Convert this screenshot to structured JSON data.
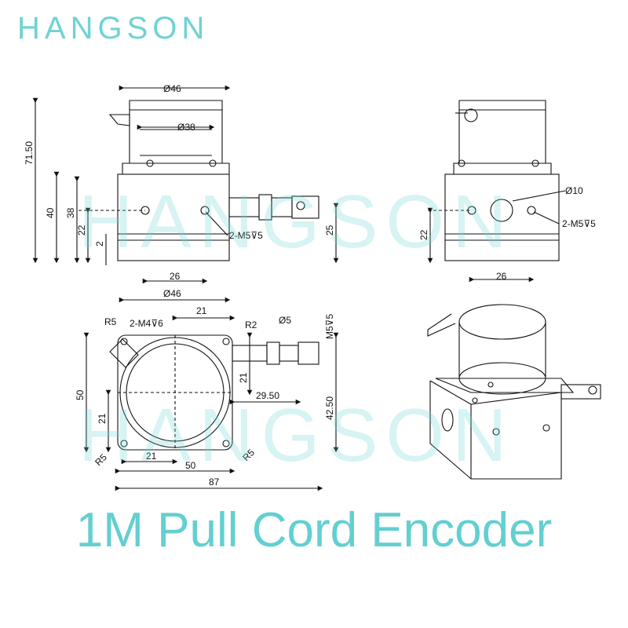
{
  "brand": "HANGSON",
  "caption": "1M Pull Cord Encoder",
  "watermark": "HANGSON",
  "colors": {
    "brand": "#6fd3d3",
    "caption": "#63cfd1",
    "line": "#111111"
  },
  "front_view": {
    "dia_top": "Ø46",
    "dia_inner": "Ø38",
    "height_total": "71.50",
    "height_body": "40",
    "height_38": "38",
    "height_22": "22",
    "height_2": "2",
    "holes": "2-M5⊽5",
    "height_25": "25",
    "width_26": "26",
    "dia_bottom": "Ø46"
  },
  "side_view": {
    "dia_hole": "Ø10",
    "holes": "2-M5⊽5",
    "height_22": "22",
    "width_26": "26"
  },
  "top_view": {
    "r5_tl": "R5",
    "holes_m4": "2-M4⊽6",
    "dim_21_top": "21",
    "r2": "R2",
    "dia5": "Ø5",
    "m5_5": "M5⊽5",
    "dim_50_left": "50",
    "dim_21_left": "21",
    "dim_21_mid": "21",
    "dim_29_50": "29.50",
    "dim_42_50": "42.50",
    "r5_bl": "R5",
    "dim_21_bottom": "21",
    "r5_br": "R5",
    "dim_50_bottom": "50",
    "dim_87": "87"
  }
}
